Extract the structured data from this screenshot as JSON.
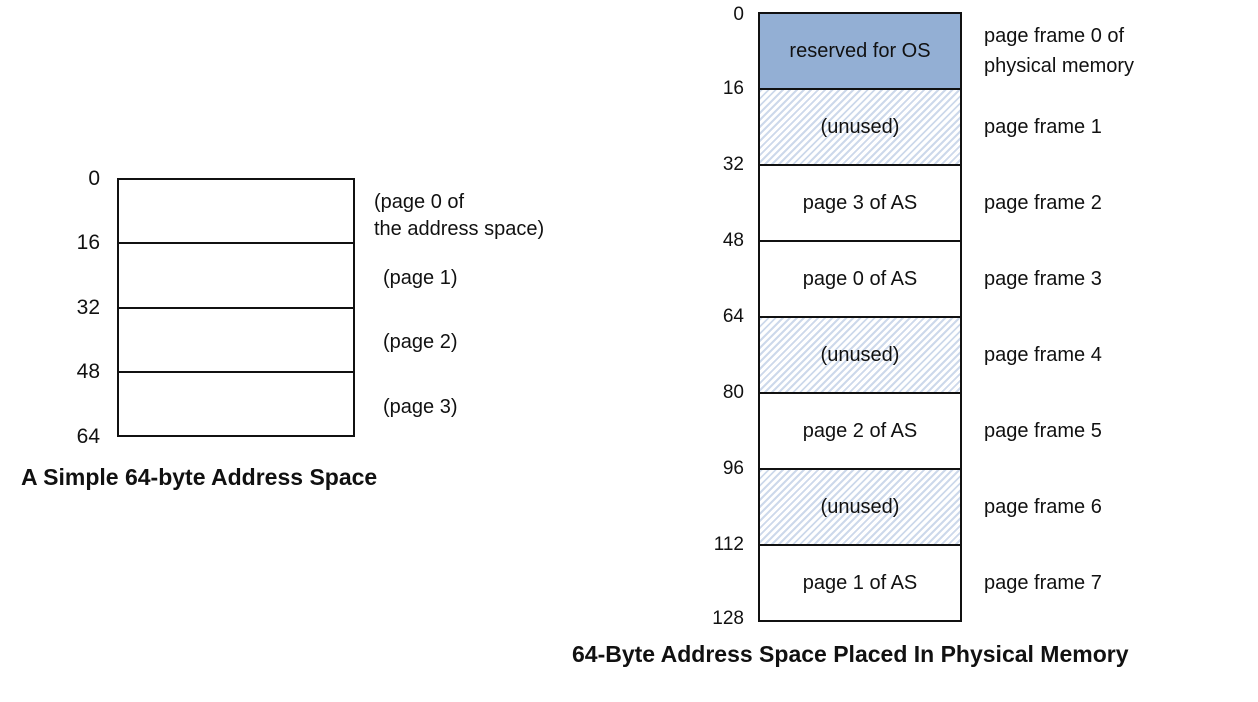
{
  "figure": {
    "left": {
      "caption": "A Simple 64-byte Address Space",
      "ticks": [
        "0",
        "16",
        "32",
        "48",
        "64"
      ],
      "pages": [
        {
          "label_lines": [
            "(page 0 of",
            "the address space)"
          ]
        },
        {
          "label": "(page 1)"
        },
        {
          "label": "(page 2)"
        },
        {
          "label": "(page 3)"
        }
      ]
    },
    "right": {
      "caption": "64-Byte Address Space Placed In Physical Memory",
      "ticks": [
        "0",
        "16",
        "32",
        "48",
        "64",
        "80",
        "96",
        "112",
        "128"
      ],
      "rows": [
        {
          "content": "reserved for OS",
          "fill": "solid",
          "frame_label_lines": [
            "page frame 0 of",
            "physical memory"
          ]
        },
        {
          "content": "(unused)",
          "fill": "hatched",
          "frame_label": "page frame 1"
        },
        {
          "content": "page 3 of AS",
          "fill": "plain",
          "frame_label": "page frame 2"
        },
        {
          "content": "page 0 of AS",
          "fill": "plain",
          "frame_label": "page frame 3"
        },
        {
          "content": "(unused)",
          "fill": "hatched",
          "frame_label": "page frame 4"
        },
        {
          "content": "page 2 of AS",
          "fill": "plain",
          "frame_label": "page frame 5"
        },
        {
          "content": "(unused)",
          "fill": "hatched",
          "frame_label": "page frame 6"
        },
        {
          "content": "page 1 of AS",
          "fill": "plain",
          "frame_label": "page frame 7"
        }
      ]
    },
    "colors": {
      "reserved_fill": "#93AFD4",
      "hatch_stripe": "#CDD9EB",
      "line": "#111111",
      "text": "#111111"
    }
  }
}
